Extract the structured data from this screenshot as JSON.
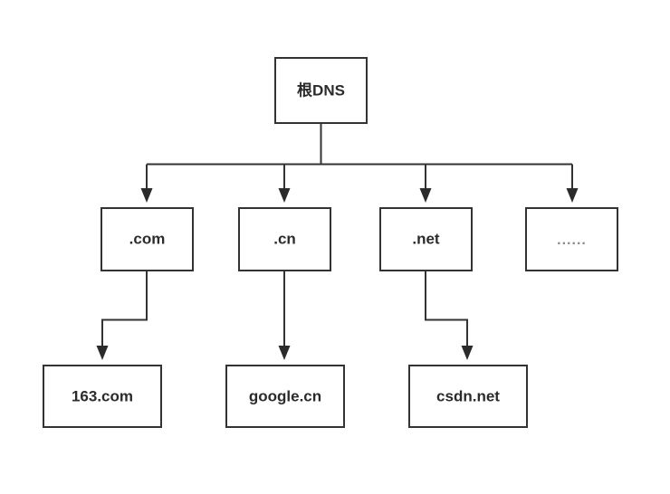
{
  "diagram": {
    "title": "DNS hierarchy tree",
    "background_color": "#ffffff",
    "line_color": "#333333",
    "text_color": "#2b2b2b",
    "muted_text_color": "#8a8a8a",
    "nodes": {
      "root": {
        "label": "根DNS"
      },
      "tld_com": {
        "label": ".com"
      },
      "tld_cn": {
        "label": ".cn"
      },
      "tld_net": {
        "label": ".net"
      },
      "tld_more": {
        "label": "......"
      },
      "domain_163": {
        "label": "163.com"
      },
      "domain_google": {
        "label": "google.cn"
      },
      "domain_csdn": {
        "label": "csdn.net"
      }
    },
    "edges": [
      {
        "from": "root",
        "to": "tld_com"
      },
      {
        "from": "root",
        "to": "tld_cn"
      },
      {
        "from": "root",
        "to": "tld_net"
      },
      {
        "from": "root",
        "to": "tld_more"
      },
      {
        "from": "tld_com",
        "to": "domain_163"
      },
      {
        "from": "tld_cn",
        "to": "domain_google"
      },
      {
        "from": "tld_net",
        "to": "domain_csdn"
      }
    ]
  }
}
